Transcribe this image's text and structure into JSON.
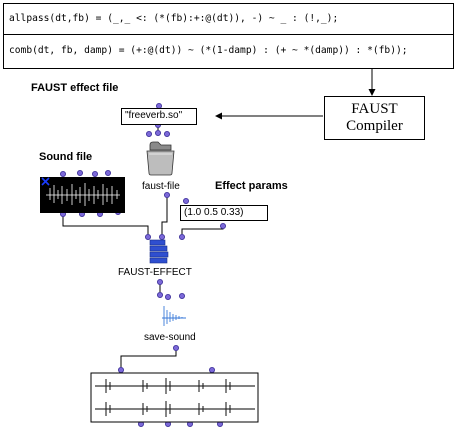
{
  "code": {
    "allpass": "allpass(dt,fb) = (_,_ <: (*(fb):+:@(dt)), -) ~ _ : (!,_);",
    "comb": "comb(dt, fb, damp) = (+:@(dt)) ~ (*(1-damp) : (+ ~ *(damp)) : *(fb));"
  },
  "compiler": {
    "line1": "FAUST",
    "line2": "Compiler"
  },
  "labels": {
    "faust_effect_file": "FAUST effect file",
    "sound_file": "Sound file",
    "effect_params": "Effect params"
  },
  "nodes": {
    "filename": "\"freeverb.so\"",
    "faust_file": "faust-file",
    "params": "(1.0 0.5 0.33)",
    "faust_effect": "FAUST-EFFECT",
    "save_sound": "save-sound"
  },
  "icons": [
    "folder-icon",
    "close-icon",
    "stack-icon",
    "waveform-icon"
  ],
  "colors": {
    "port": "#7b68d8",
    "effect_icon": "#2f4fd0",
    "close_mark": "#1a3cff"
  }
}
